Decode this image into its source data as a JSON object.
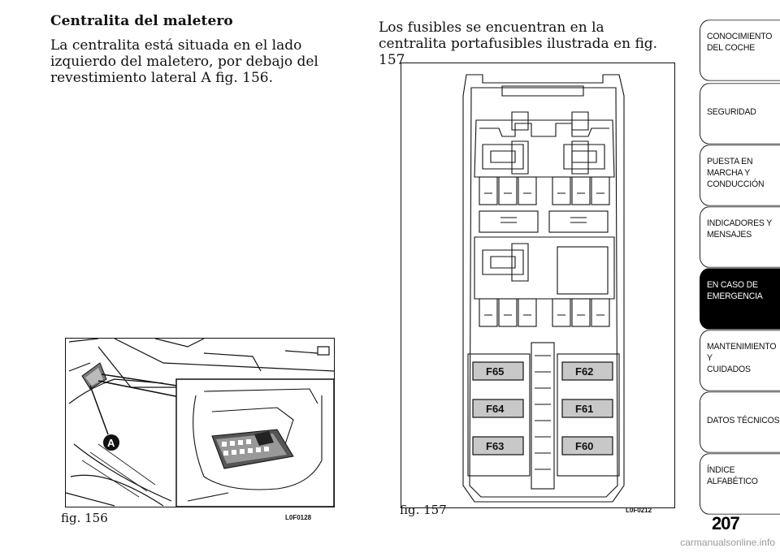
{
  "section": {
    "heading": "Centralita del maletero",
    "left_paragraph": "La centralita está situada en el lado izquierdo del maletero, por debajo del revestimiento lateral A fig. 156.",
    "right_paragraph": "Los fusibles se encuentran en la centralita portafusibles ilustrada en fig. 157."
  },
  "figures": [
    {
      "caption": "fig. 156",
      "code": "L0F0128",
      "callout": "A"
    },
    {
      "caption": "fig. 157",
      "code": "L0F0212",
      "fuses": [
        "F65",
        "F62",
        "F64",
        "F61",
        "F63",
        "F60"
      ]
    }
  ],
  "sidebar": {
    "tabs": [
      {
        "lines": [
          "CONOCIMIENTO",
          "DEL COCHE"
        ],
        "active": false
      },
      {
        "lines": [
          "SEGURIDAD"
        ],
        "active": false
      },
      {
        "lines": [
          "PUESTA EN",
          "MARCHA Y",
          "CONDUCCIÓN"
        ],
        "active": false
      },
      {
        "lines": [
          "INDICADORES Y",
          "MENSAJES"
        ],
        "active": false
      },
      {
        "lines": [
          "EN CASO DE",
          "EMERGENCIA"
        ],
        "active": true
      },
      {
        "lines": [
          "MANTENIMIENTO Y",
          "CUIDADOS"
        ],
        "active": false
      },
      {
        "lines": [
          "DATOS TÉCNICOS"
        ],
        "active": false
      },
      {
        "lines": [
          "ÍNDICE",
          "ALFABÉTICO"
        ],
        "active": false
      }
    ]
  },
  "page_number": "207",
  "watermark": "carmanualsonline.info"
}
